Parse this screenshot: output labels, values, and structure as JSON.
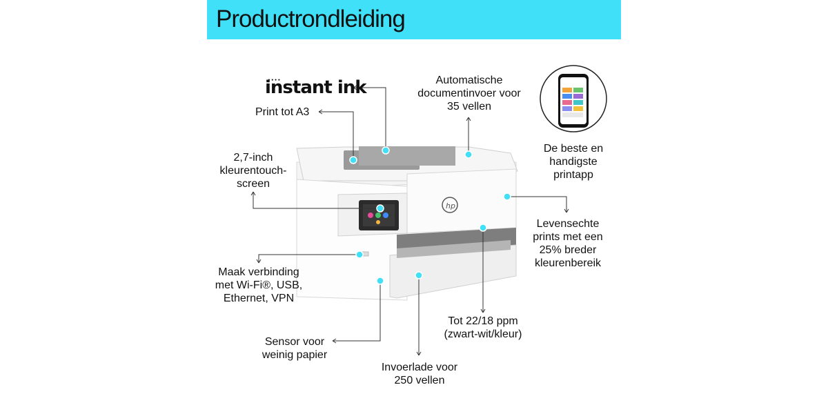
{
  "header": {
    "title": "Productrondleiding",
    "color": "#3fe0f8"
  },
  "brand": {
    "logo_text": "instant ink",
    "printer_logo": "hp"
  },
  "callouts": {
    "print_a3": "Print tot A3",
    "adf": [
      "Automatische",
      "documentinvoer voor",
      "35 vellen"
    ],
    "touchscreen": [
      "2,7-inch",
      "kleurentouch-",
      "screen"
    ],
    "app": [
      "De beste en",
      "handigste",
      "printapp"
    ],
    "prints": [
      "Levensechte",
      "prints met een",
      "25% breder",
      "kleurenbereik"
    ],
    "connect": [
      "Maak verbinding",
      "met Wi-Fi®, USB,",
      "Ethernet, VPN"
    ],
    "speed": [
      "Tot 22/18 ppm",
      "(zwart-wit/kleur)"
    ],
    "sensor": [
      "Sensor voor",
      "weinig papier"
    ],
    "tray": [
      "Invoerlade voor",
      "250 vellen"
    ]
  },
  "dot_color": "#3fe0f8"
}
